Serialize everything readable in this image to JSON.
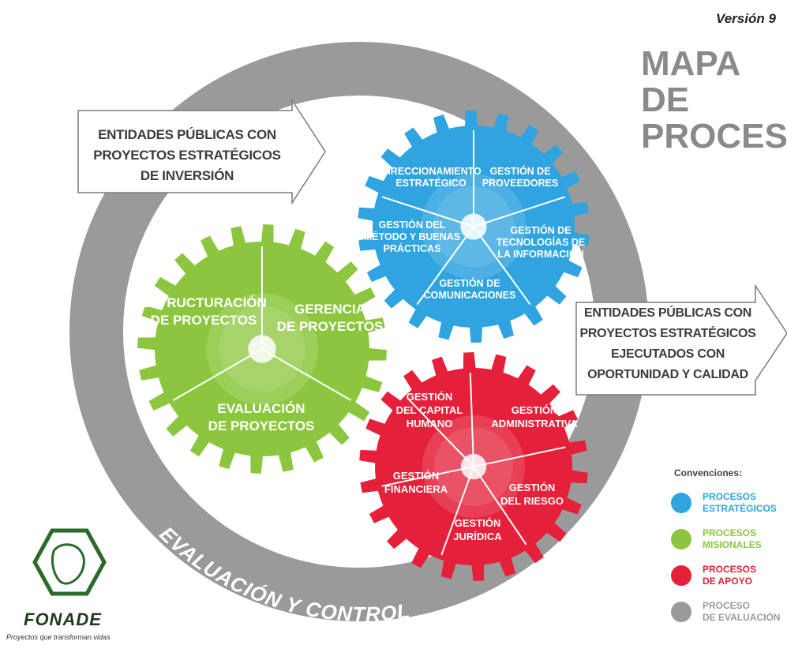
{
  "header": {
    "version": "Versión 9",
    "title_line1": "MAPA DE",
    "title_line2": "PROCESOS"
  },
  "input_arrow": {
    "line1": "ENTIDADES  PÚBLICAS CON",
    "line2": "PROYECTOS ESTRATÉGICOS",
    "line3": "DE INVERSIÓN"
  },
  "output_arrow": {
    "line1": "ENTIDADES PÚBLICAS CON",
    "line2": "PROYECTOS ESTRATÉGICOS",
    "line3": "EJECUTADOS CON",
    "line4": "OPORTUNIDAD Y CALIDAD"
  },
  "ring": {
    "label": "EVALUACIÓN Y CONTROL",
    "color": "#9a9a9a"
  },
  "gears": {
    "strategic": {
      "color": "#2fa4e0",
      "labels": [
        [
          "DIRECCIONAMIENTO",
          "ESTRATÉGICO"
        ],
        [
          "GESTIÓN DE",
          "PROVEEDORES"
        ],
        [
          "GESTIÓN DEL",
          "MÉTODO Y BUENAS",
          "PRÁCTICAS"
        ],
        [
          "GESTIÓN DE",
          "TECNOLOGÍAS DE",
          "LA INFORMACIÓN"
        ],
        [
          "GESTIÓN DE",
          "COMUNICACIONES"
        ]
      ]
    },
    "missional": {
      "color": "#8cc63f",
      "labels": [
        [
          "ESTRUCTURACIÓN",
          "DE PROYECTOS"
        ],
        [
          "GERENCIA",
          "DE PROYECTOS"
        ],
        [
          "EVALUACIÓN",
          "DE PROYECTOS"
        ]
      ]
    },
    "support": {
      "color": "#e5203a",
      "labels": [
        [
          "GESTIÓN",
          "DEL CAPITAL",
          "HUMANO"
        ],
        [
          "GESTIÓN",
          "ADMINISTRATIVA"
        ],
        [
          "GESTIÓN",
          "FINANCIERA"
        ],
        [
          "GESTIÓN",
          "DEL RIESGO"
        ],
        [
          "GESTIÓN",
          "JURÍDICA"
        ]
      ]
    }
  },
  "legend": {
    "title": "Convenciones:",
    "items": [
      {
        "line1": "PROCESOS",
        "line2": "ESTRATÉGICOS",
        "color": "#2fa4e0"
      },
      {
        "line1": "PROCESOS",
        "line2": "MISIONALES",
        "color": "#8cc63f"
      },
      {
        "line1": "PROCESOS",
        "line2": "DE APOYO",
        "color": "#e5203a"
      },
      {
        "line1": "PROCESO",
        "line2": "DE EVALUACIÓN",
        "color": "#9a9a9a"
      }
    ]
  },
  "logo": {
    "name": "FONADE",
    "slogan": "Proyectos que transforman vidas"
  }
}
